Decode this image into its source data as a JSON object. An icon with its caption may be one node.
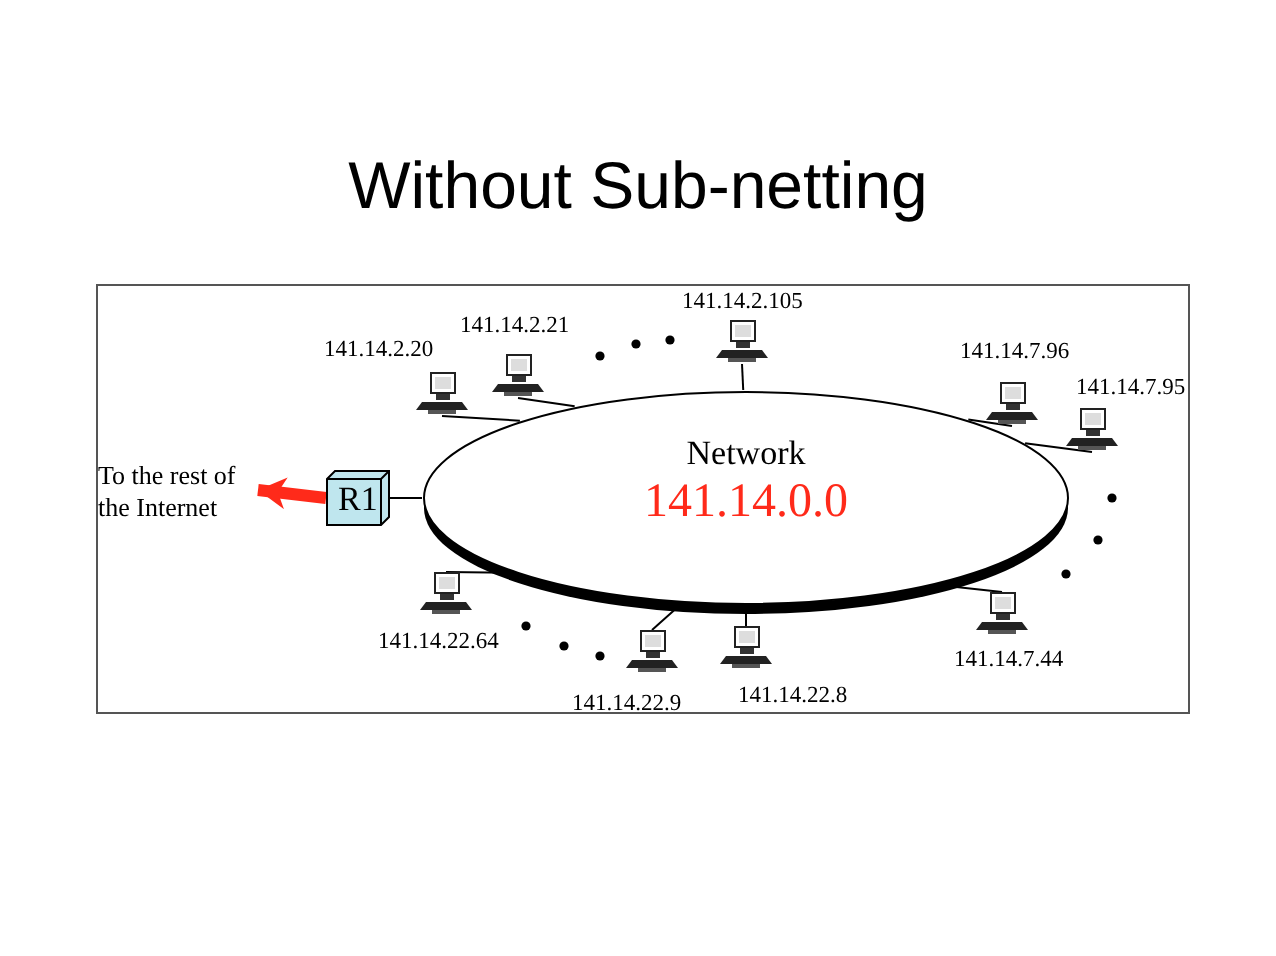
{
  "diagram": {
    "title": "Without Sub-netting",
    "nodes": [
      {
        "text": [
          "Network",
          "141.14.0.0"
        ]
      },
      {
        "text": [
          "R1"
        ]
      },
      {
        "text": [
          "To the rest of the Internet"
        ]
      },
      {
        "text": [],
        "shape": "computer",
        "beside": [
          "141.14.2.20"
        ]
      },
      {
        "text": [],
        "shape": "computer",
        "beside": [
          "141.14.2.21"
        ]
      },
      {
        "text": [],
        "shape": "computer",
        "beside": [
          "141.14.2.105"
        ]
      },
      {
        "text": [],
        "shape": "computer",
        "beside": [
          "141.14.7.96"
        ]
      },
      {
        "text": [],
        "shape": "computer",
        "beside": [
          "141.14.7.95"
        ]
      },
      {
        "text": [],
        "shape": "computer",
        "beside": [
          "141.14.7.44"
        ]
      },
      {
        "text": [],
        "shape": "computer",
        "beside": [
          "141.14.22.64"
        ]
      },
      {
        "text": [],
        "shape": "computer",
        "beside": [
          "141.14.22.9"
        ]
      },
      {
        "text": [],
        "shape": "computer",
        "beside": [
          "141.14.22.8"
        ]
      }
    ],
    "edges": [
      {
        "from": 1,
        "to": 2,
        "arrow": "to",
        "style": "thick",
        "color": "#ff2a1a"
      },
      {
        "from": 1,
        "to": 0,
        "arrow": "none"
      },
      {
        "from": 3,
        "to": 0,
        "arrow": "none"
      },
      {
        "from": 4,
        "to": 0,
        "arrow": "none"
      },
      {
        "from": 5,
        "to": 0,
        "arrow": "none"
      },
      {
        "from": 6,
        "to": 0,
        "arrow": "none"
      },
      {
        "from": 7,
        "to": 0,
        "arrow": "none"
      },
      {
        "from": 8,
        "to": 0,
        "arrow": "none"
      },
      {
        "from": 9,
        "to": 0,
        "arrow": "none"
      },
      {
        "from": 10,
        "to": 0,
        "arrow": "none"
      },
      {
        "from": 11,
        "to": 0,
        "arrow": "none"
      }
    ]
  }
}
